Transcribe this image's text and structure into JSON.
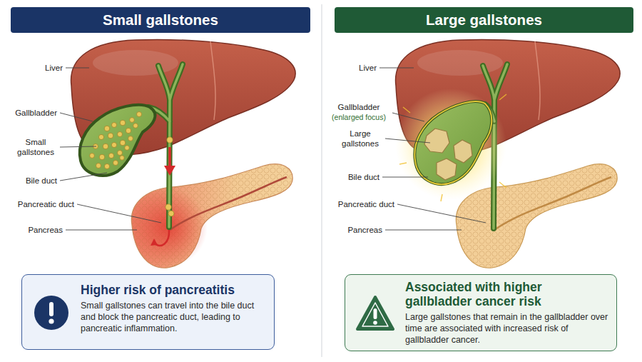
{
  "diagram": {
    "nodes": [
      {
        "text": [
          "Small gallstones"
        ]
      },
      {
        "text": [
          "Large gallstones"
        ]
      },
      {
        "text": [
          "Higher risk of pancreatitis",
          "Small gallstones can travel into the bile duct and block the pancreatic duct, leading to pancreatic inflammation."
        ]
      },
      {
        "text": [
          "Associated with higher gallbladder cancer risk",
          "Large gallstones that remain in the gallbladder over time are associated with increased risk of gallbladder cancer."
        ]
      }
    ],
    "labels": [
      "Liver",
      "Gallbladder",
      "Small gallstones",
      "Bile duct",
      "Pancreatic duct",
      "Pancreas",
      "Liver",
      "Gallbladder",
      "(enlarged focus)",
      "Large gallstones",
      "Bile duct",
      "Pancreatic duct",
      "Pancreas"
    ]
  }
}
